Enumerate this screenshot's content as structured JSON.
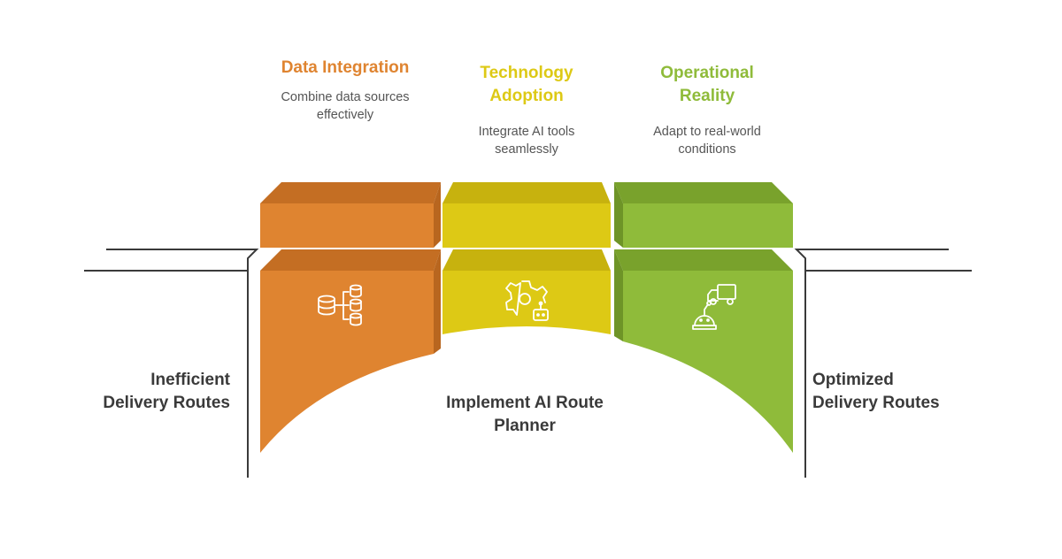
{
  "left_label": "Inefficient\nDelivery Routes",
  "right_label": "Optimized\nDelivery Routes",
  "center_label": "Implement AI Route\nPlanner",
  "segments": [
    {
      "title": "Data Integration",
      "description": "Combine data sources\neffectively",
      "color": "#DF8430",
      "icon": "database-network-icon"
    },
    {
      "title": "Technology\nAdoption",
      "description": "Integrate AI tools\nseamlessly",
      "color": "#DDC915",
      "icon": "gear-robot-icon"
    },
    {
      "title": "Operational\nReality",
      "description": "Adapt to real-world\nconditions",
      "color": "#8FBB3A",
      "icon": "truck-robot-icon"
    }
  ]
}
